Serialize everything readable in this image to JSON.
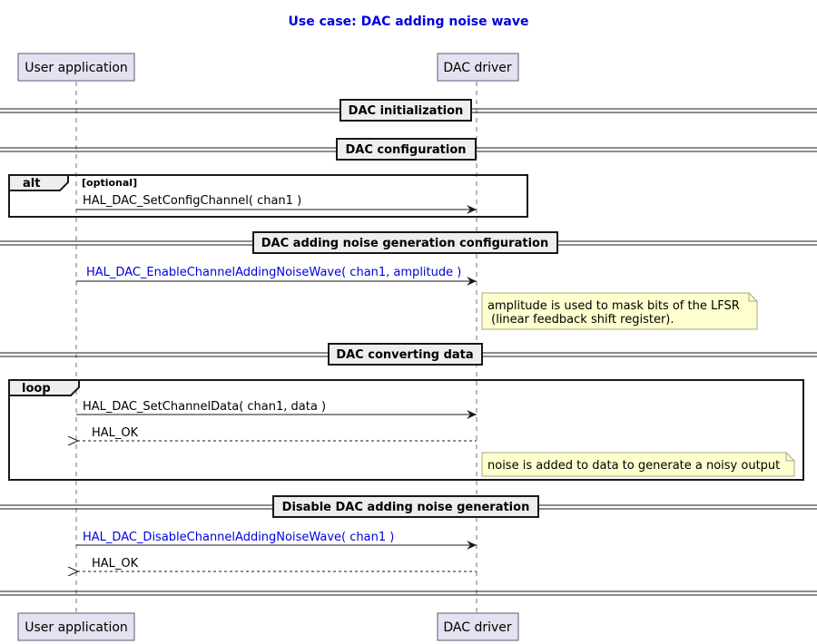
{
  "title": "Use case: DAC adding noise wave",
  "colors": {
    "title": "#0000dd",
    "highlight": "#0000dd",
    "participant_fill": "#e2e2f0",
    "participant_border": "#5a5a7a",
    "note_fill": "#fefece",
    "note_border": "#a8a880",
    "separator_fill": "#eeeeee"
  },
  "participants": {
    "user": "User application",
    "driver": "DAC driver"
  },
  "sections": {
    "init": "DAC initialization",
    "config": "DAC configuration",
    "noise_config": "DAC adding noise generation configuration",
    "converting": "DAC converting data",
    "disable": "Disable DAC adding noise generation"
  },
  "frames": {
    "alt": {
      "keyword": "alt",
      "guard": "[optional]"
    },
    "loop": {
      "keyword": "loop"
    }
  },
  "messages": {
    "set_config": "HAL_DAC_SetConfigChannel( chan1 )",
    "enable_noise": "HAL_DAC_EnableChannelAddingNoiseWave( chan1, amplitude )",
    "set_data": "HAL_DAC_SetChannelData( chan1, data )",
    "ok1": "HAL_OK",
    "disable_noise": "HAL_DAC_DisableChannelAddingNoiseWave( chan1 )",
    "ok2": "HAL_OK"
  },
  "notes": {
    "amplitude_line1": "amplitude is used to mask bits of the LFSR",
    "amplitude_line2": " (linear feedback shift register).",
    "noise": "noise is added to data to generate a noisy output"
  }
}
